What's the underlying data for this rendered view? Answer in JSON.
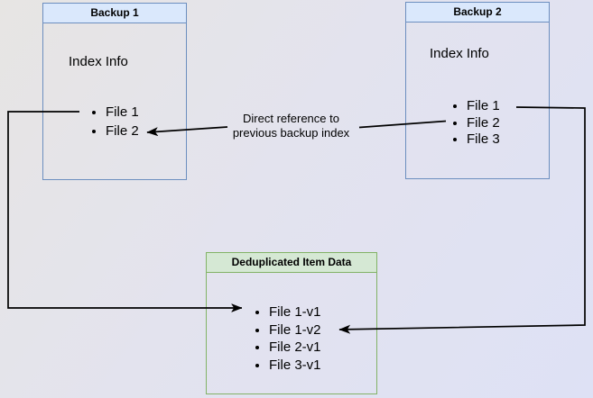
{
  "backup1": {
    "title": "Backup 1",
    "index_label": "Index Info",
    "files": [
      "File 1",
      "File 2"
    ]
  },
  "backup2": {
    "title": "Backup 2",
    "index_label": "Index Info",
    "files": [
      "File 1",
      "File 2",
      "File 3"
    ]
  },
  "dedup": {
    "title": "Deduplicated Item Data",
    "items": [
      "File 1-v1",
      "File 1-v2",
      "File 2-v1",
      "File 3-v1"
    ]
  },
  "annotation": {
    "line1": "Direct reference to",
    "line2": "previous backup index"
  },
  "colors": {
    "backup_header_fill": "#dae8fc",
    "backup_border": "#6c8ebf",
    "dedup_header_fill": "#d5e8d4",
    "dedup_border": "#82b366",
    "connector": "#000000"
  }
}
